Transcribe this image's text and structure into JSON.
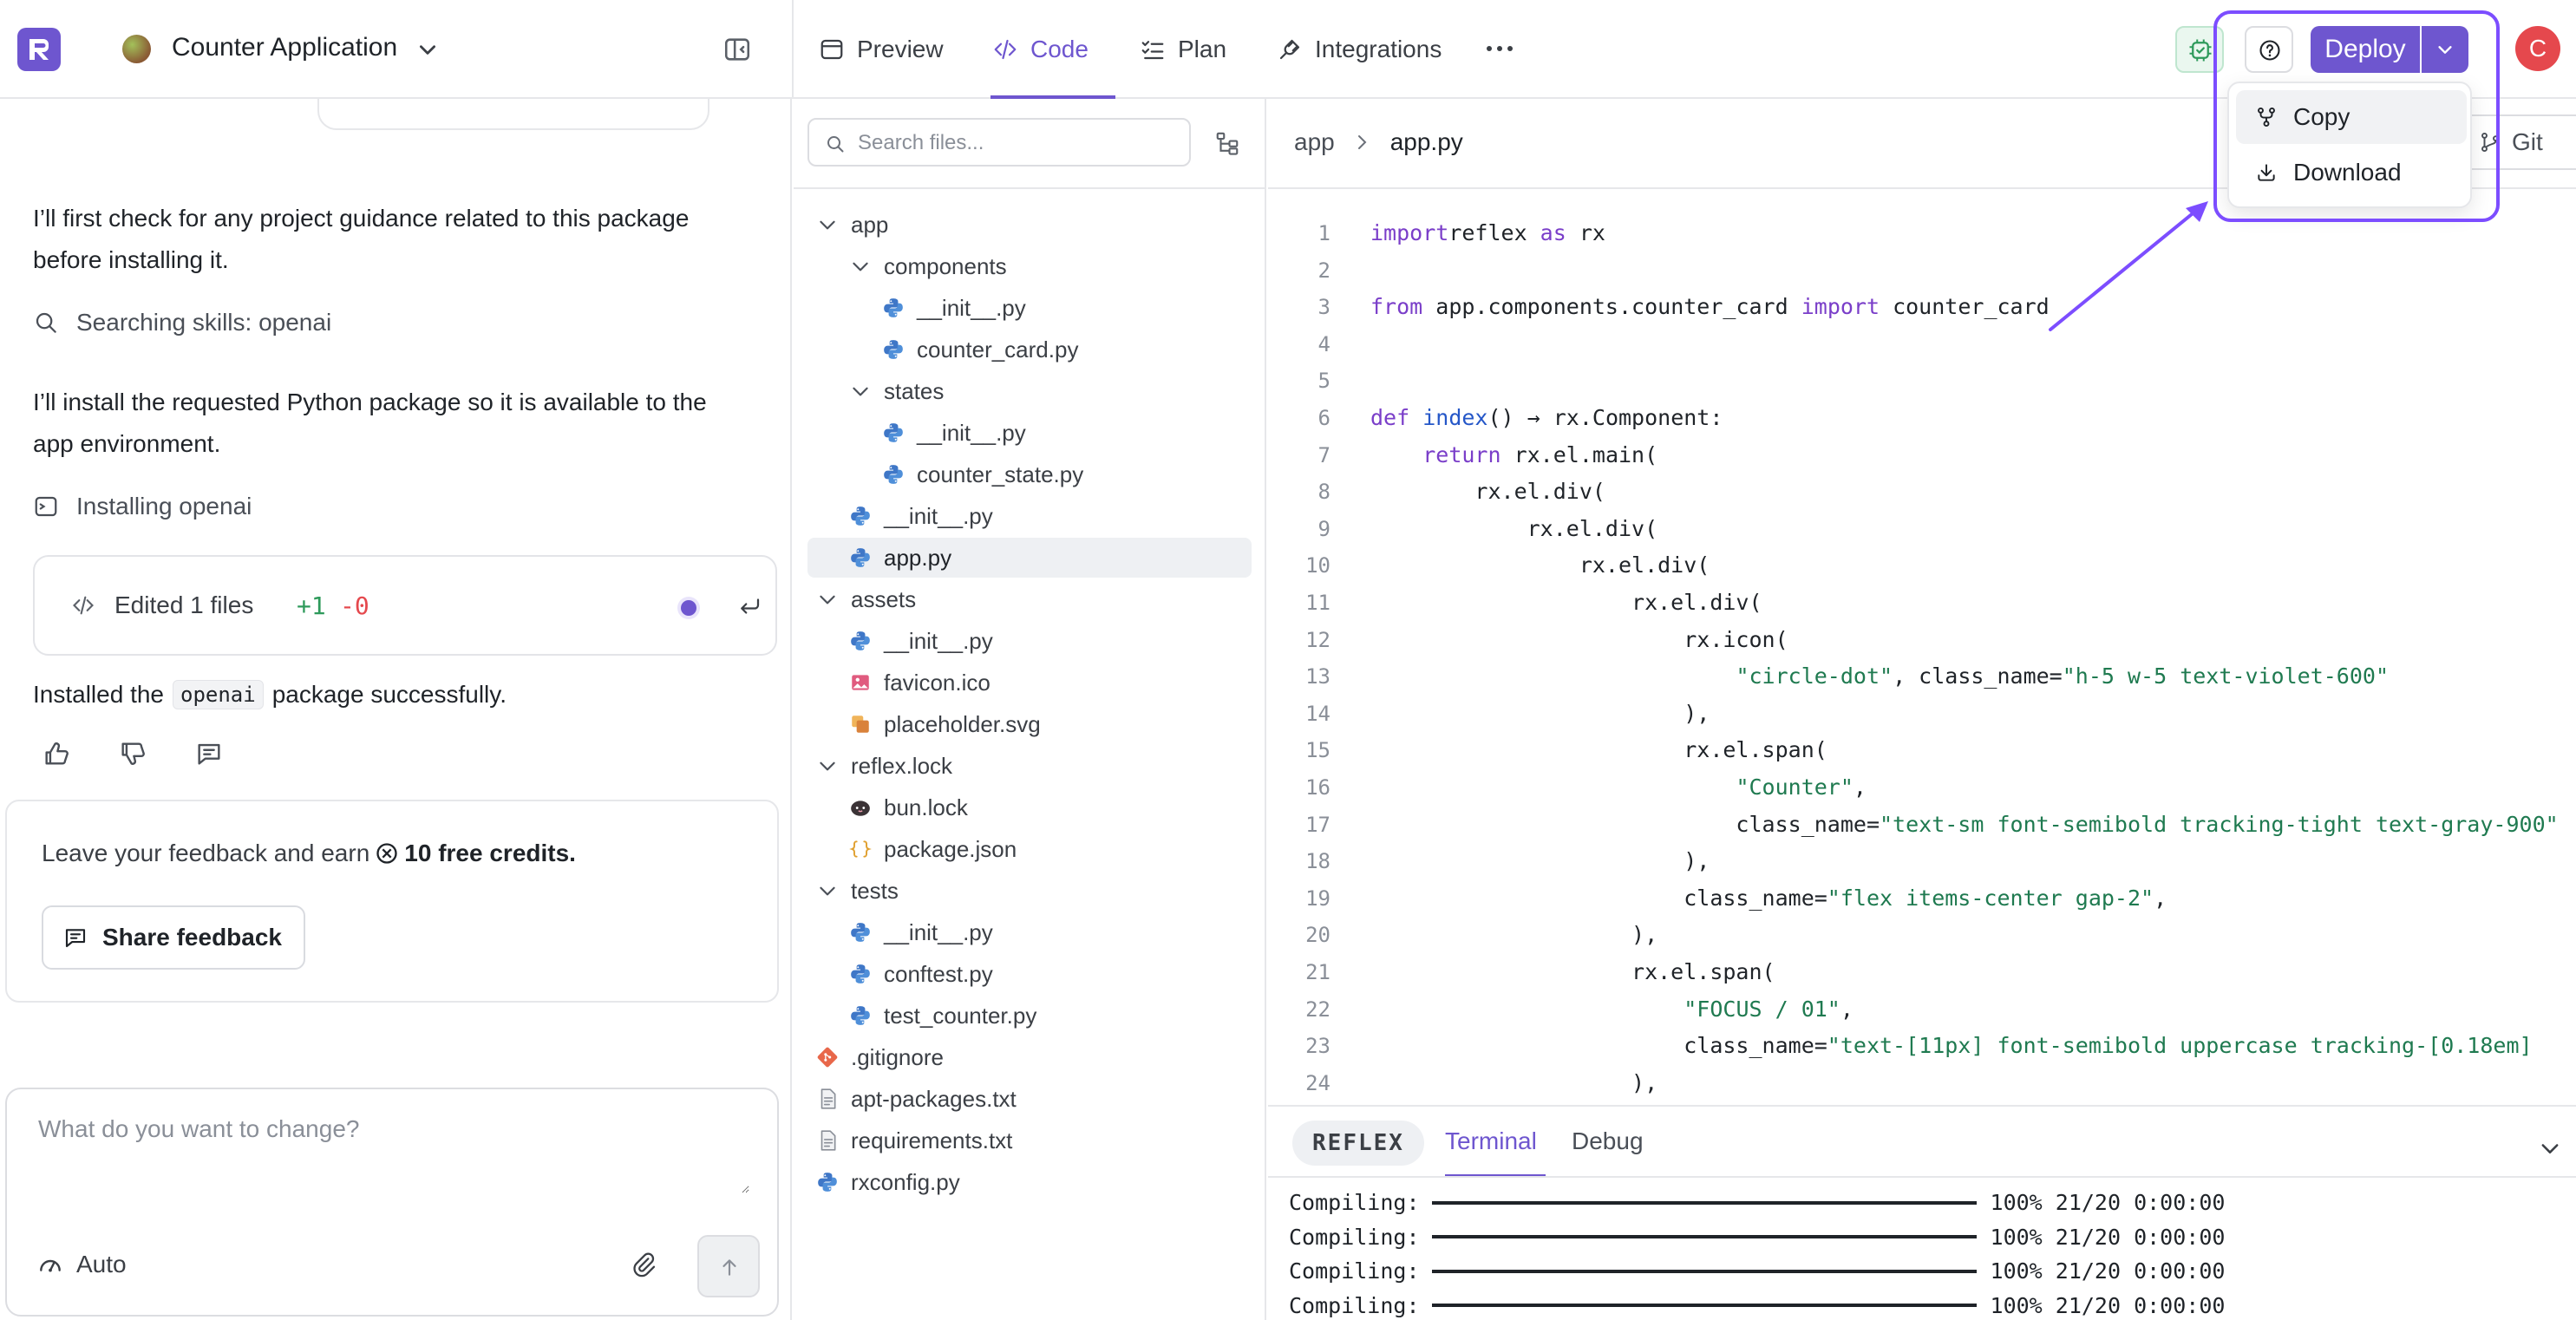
{
  "project": {
    "name": "Counter Application"
  },
  "tabs": [
    {
      "label": "Preview"
    },
    {
      "label": "Code"
    },
    {
      "label": "Plan"
    },
    {
      "label": "Integrations"
    }
  ],
  "header": {
    "deploy_label": "Deploy",
    "avatar_initial": "C"
  },
  "deploy_menu": {
    "copy_label": "Copy",
    "download_label": "Download"
  },
  "chat": {
    "msg1": "I’ll first check for any project guidance related to this package before installing it.",
    "step1": "Searching skills: openai",
    "msg2": "I’ll install the requested Python package so it is available to the app environment.",
    "step2": "Installing openai",
    "edited": {
      "label": "Edited 1 files",
      "added": "+1",
      "removed": "-0"
    },
    "installed": {
      "prefix": "Installed the",
      "package": "openai",
      "suffix": "package successfully."
    },
    "feedback": {
      "text": "Leave your feedback and earn",
      "credits": "10 free credits.",
      "button": "Share feedback"
    },
    "prompt_placeholder": "What do you want to change?",
    "mode": "Auto"
  },
  "file_search_placeholder": "Search files...",
  "file_tree": [
    {
      "name": "app",
      "kind": "folder",
      "depth": 0
    },
    {
      "name": "components",
      "kind": "folder",
      "depth": 1
    },
    {
      "name": "__init__.py",
      "kind": "py",
      "depth": 2
    },
    {
      "name": "counter_card.py",
      "kind": "py",
      "depth": 2
    },
    {
      "name": "states",
      "kind": "folder",
      "depth": 1
    },
    {
      "name": "__init__.py",
      "kind": "py",
      "depth": 2
    },
    {
      "name": "counter_state.py",
      "kind": "py",
      "depth": 2
    },
    {
      "name": "__init__.py",
      "kind": "py",
      "depth": 1
    },
    {
      "name": "app.py",
      "kind": "py",
      "depth": 1,
      "selected": true
    },
    {
      "name": "assets",
      "kind": "folder",
      "depth": 0
    },
    {
      "name": "__init__.py",
      "kind": "py",
      "depth": 1
    },
    {
      "name": "favicon.ico",
      "kind": "image",
      "depth": 1
    },
    {
      "name": "placeholder.svg",
      "kind": "svg",
      "depth": 1
    },
    {
      "name": "reflex.lock",
      "kind": "folder",
      "depth": 0
    },
    {
      "name": "bun.lock",
      "kind": "bun",
      "depth": 1
    },
    {
      "name": "package.json",
      "kind": "json",
      "depth": 1
    },
    {
      "name": "tests",
      "kind": "folder",
      "depth": 0
    },
    {
      "name": "__init__.py",
      "kind": "py",
      "depth": 1
    },
    {
      "name": "conftest.py",
      "kind": "py",
      "depth": 1
    },
    {
      "name": "test_counter.py",
      "kind": "py",
      "depth": 1
    },
    {
      "name": ".gitignore",
      "kind": "git",
      "depth": 0
    },
    {
      "name": "apt-packages.txt",
      "kind": "txt",
      "depth": 0
    },
    {
      "name": "requirements.txt",
      "kind": "txt",
      "depth": 0
    },
    {
      "name": "rxconfig.py",
      "kind": "py",
      "depth": 0
    }
  ],
  "editor": {
    "breadcrumb": {
      "folder": "app",
      "file": "app.py"
    },
    "git_label": "Git",
    "lines": [
      [
        [
          "kw",
          "import"
        ],
        [
          "",
          "reflex "
        ],
        [
          "kw",
          "as"
        ],
        [
          "",
          " rx"
        ]
      ],
      [],
      [
        [
          "kw",
          "from"
        ],
        [
          "",
          " app.components.counter_card "
        ],
        [
          "kw",
          "import"
        ],
        [
          "",
          " counter_card"
        ]
      ],
      [],
      [],
      [
        [
          "kw",
          "def"
        ],
        [
          "",
          " "
        ],
        [
          "fn",
          "index"
        ],
        [
          "",
          "() → rx.Component:"
        ]
      ],
      [
        [
          "",
          "    "
        ],
        [
          "kw",
          "return"
        ],
        [
          "",
          " rx.el.main("
        ]
      ],
      [
        [
          "",
          "        rx.el.div("
        ]
      ],
      [
        [
          "",
          "            rx.el.div("
        ]
      ],
      [
        [
          "",
          "                rx.el.div("
        ]
      ],
      [
        [
          "",
          "                    rx.el.div("
        ]
      ],
      [
        [
          "",
          "                        rx.icon("
        ]
      ],
      [
        [
          "",
          "                            "
        ],
        [
          "st",
          "\"circle-dot\""
        ],
        [
          "",
          ", class_name="
        ],
        [
          "st",
          "\"h-5 w-5 text-violet-600\""
        ]
      ],
      [
        [
          "",
          "                        ),"
        ]
      ],
      [
        [
          "",
          "                        rx.el.span("
        ]
      ],
      [
        [
          "",
          "                            "
        ],
        [
          "st",
          "\"Counter\""
        ],
        [
          "",
          ","
        ]
      ],
      [
        [
          "",
          "                            class_name="
        ],
        [
          "st",
          "\"text-sm font-semibold tracking-tight text-gray-900\""
        ]
      ],
      [
        [
          "",
          "                        ),"
        ]
      ],
      [
        [
          "",
          "                        class_name="
        ],
        [
          "st",
          "\"flex items-center gap-2\""
        ],
        [
          "",
          ","
        ]
      ],
      [
        [
          "",
          "                    ),"
        ]
      ],
      [
        [
          "",
          "                    rx.el.span("
        ]
      ],
      [
        [
          "",
          "                        "
        ],
        [
          "st",
          "\"FOCUS / 01\""
        ],
        [
          "",
          ","
        ]
      ],
      [
        [
          "",
          "                        class_name="
        ],
        [
          "st",
          "\"text-[11px] font-semibold uppercase tracking-[0.18em]"
        ]
      ],
      [
        [
          "",
          "                    ),"
        ]
      ]
    ]
  },
  "bottom": {
    "badge": "REFLEX",
    "tab_terminal": "Terminal",
    "tab_debug": "Debug",
    "terminal_lines": [
      {
        "prefix": "Compiling:",
        "suffix": "100% 21/20 0:00:00"
      },
      {
        "prefix": "Compiling:",
        "suffix": "100% 21/20 0:00:00"
      },
      {
        "prefix": "Compiling:",
        "suffix": "100% 21/20 0:00:00"
      },
      {
        "prefix": "Compiling:",
        "suffix": "100% 21/20 0:00:00"
      }
    ]
  },
  "colors": {
    "accent": "#6e56cf",
    "highlight": "#7c4dff",
    "added": "#2e9a5b",
    "removed": "#e5484d"
  }
}
